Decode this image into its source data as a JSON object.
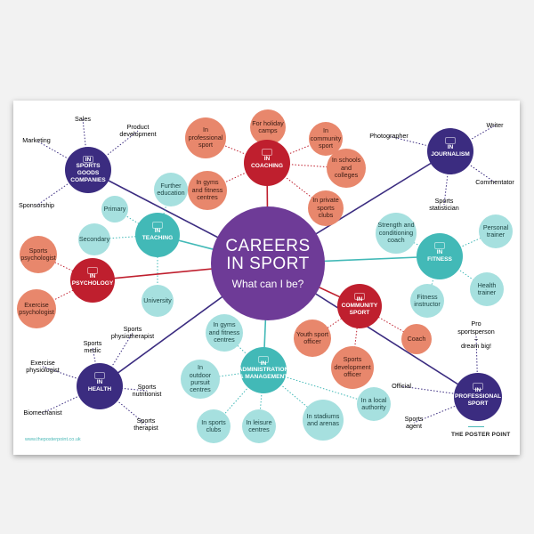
{
  "center": {
    "title": "CAREERS\nIN SPORT",
    "subtitle": "What can I be?"
  },
  "footer": {
    "website": "www.theposterpoint.co.uk",
    "brand": "THE POSTER POINT"
  },
  "colors": {
    "purple": "#6e3b97",
    "navy": "#3b2c80",
    "crimson": "#bf1f2e",
    "teal": "#42b9b7",
    "salmon": "#e8876c",
    "lavender": "#a583bf",
    "aqua": "#a6e0df"
  },
  "hubs": [
    {
      "id": "goods",
      "label": "IN\nSPORTS GOODS\nCOMPANIES",
      "icon": "gloves-icon",
      "leaves": [
        "Marketing",
        "Sales",
        "Product\ndevelopment",
        "Sponsorship"
      ]
    },
    {
      "id": "coaching",
      "label": "IN\nCOACHING",
      "icon": "whistle-icon",
      "leaves": [
        "In\nprofessional\nsport",
        "For holiday\ncamps",
        "In\ncommunity\nsport",
        "In schools\nand\ncolleges",
        "In private\nsports clubs",
        "In gyms\nand fitness\ncentres"
      ]
    },
    {
      "id": "journalism",
      "label": "IN\nJOURNALISM",
      "icon": "microphone-icon",
      "leaves": [
        "Photographer",
        "Writer",
        "Commentator",
        "Sports\nstatistician"
      ]
    },
    {
      "id": "teaching",
      "label": "IN\nTEACHING",
      "icon": "whiteboard-icon",
      "leaves": [
        "Further\neducation",
        "Primary",
        "Secondary",
        "University"
      ]
    },
    {
      "id": "fitness",
      "label": "IN\nFITNESS",
      "icon": "dumbbell-icon",
      "leaves": [
        "Strength and\nconditioning\ncoach",
        "Personal\ntrainer",
        "Health\ntrainer",
        "Fitness\ninstructor"
      ]
    },
    {
      "id": "psychology",
      "label": "IN\nPSYCHOLOGY",
      "icon": "brain-icon",
      "leaves": [
        "Sports\npsychologist",
        "Exercise\npsychologist"
      ]
    },
    {
      "id": "community",
      "label": "IN\nCOMMUNITY\nSPORT",
      "icon": "team-icon",
      "leaves": [
        "Youth sport\nofficer",
        "Sports\ndevelopment\nofficer",
        "Coach"
      ]
    },
    {
      "id": "admin",
      "label": "IN\nADMINISTRATION\n& MANAGEMENT",
      "icon": "stadium-icon",
      "leaves": [
        "In gyms\nand fitness\ncentres",
        "In\noutdoor\npursuit\ncentres",
        "In sports\nclubs",
        "In leisure\ncentres",
        "In stadiums\nand arenas",
        "In a local\nauthority"
      ]
    },
    {
      "id": "health",
      "label": "IN\nHEALTH",
      "icon": "stethoscope-icon",
      "leaves": [
        "Exercise\nphysiologist",
        "Sports\nmedic",
        "Sports\nphysiotherapist",
        "Sports\nnutritionist",
        "Sports\ntherapist",
        "Biomechanist"
      ]
    },
    {
      "id": "pro",
      "label": "IN\nPROFESSIONAL\nSPORT",
      "icon": "runner-icon",
      "leaves": [
        "Pro\nsportsperson –\ndream big!",
        "Official",
        "Sports\nagent"
      ]
    }
  ]
}
